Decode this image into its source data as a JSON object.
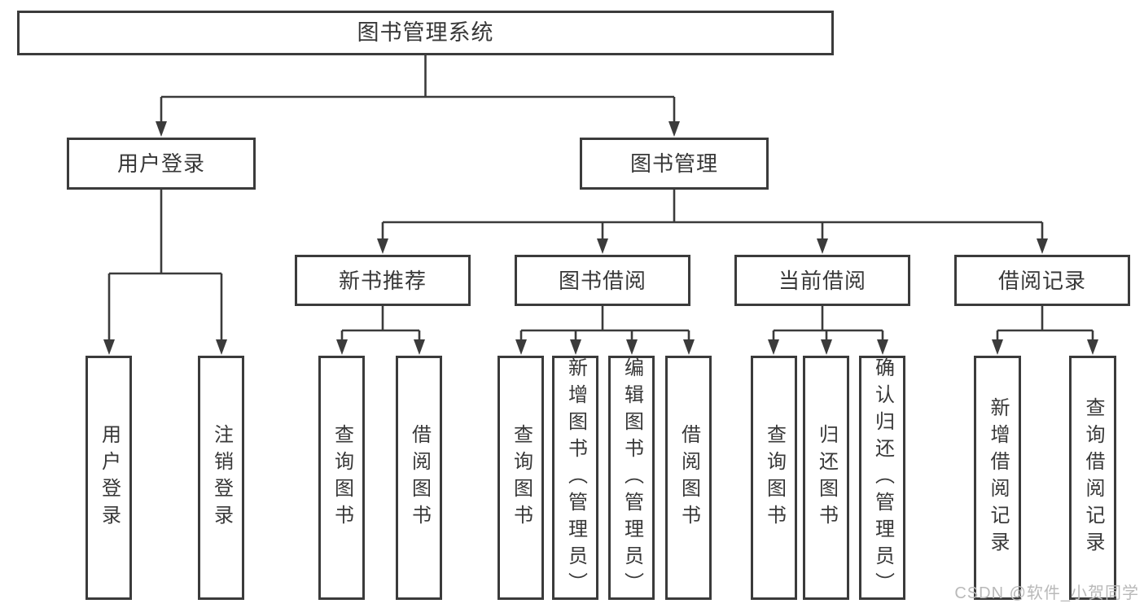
{
  "diagram": {
    "title": "图书管理系统",
    "root": {
      "label": "图书管理系统"
    },
    "level2": [
      {
        "label": "用户登录"
      },
      {
        "label": "图书管理"
      }
    ],
    "level3": [
      {
        "label": "新书推荐"
      },
      {
        "label": "图书借阅"
      },
      {
        "label": "当前借阅"
      },
      {
        "label": "借阅记录"
      }
    ],
    "leaves": {
      "user_login": [
        "用户登录",
        "注销登录"
      ],
      "new_book_recommend": [
        "查询图书",
        "借阅图书"
      ],
      "book_borrow": [
        "查询图书",
        "新增图书（管理员）",
        "编辑图书（管理员）",
        "借阅图书"
      ],
      "current_borrow": [
        "查询图书",
        "归还图书",
        "确认归还（管理员）"
      ],
      "borrow_records": [
        "新增借阅记录",
        "查询借阅记录"
      ]
    }
  },
  "watermark": {
    "text": "CSDN @软件_小贺同学"
  },
  "colors": {
    "line": "#3b3b3b",
    "text": "#383838",
    "watermark": "#b9b9b9",
    "background": "#ffffff"
  }
}
